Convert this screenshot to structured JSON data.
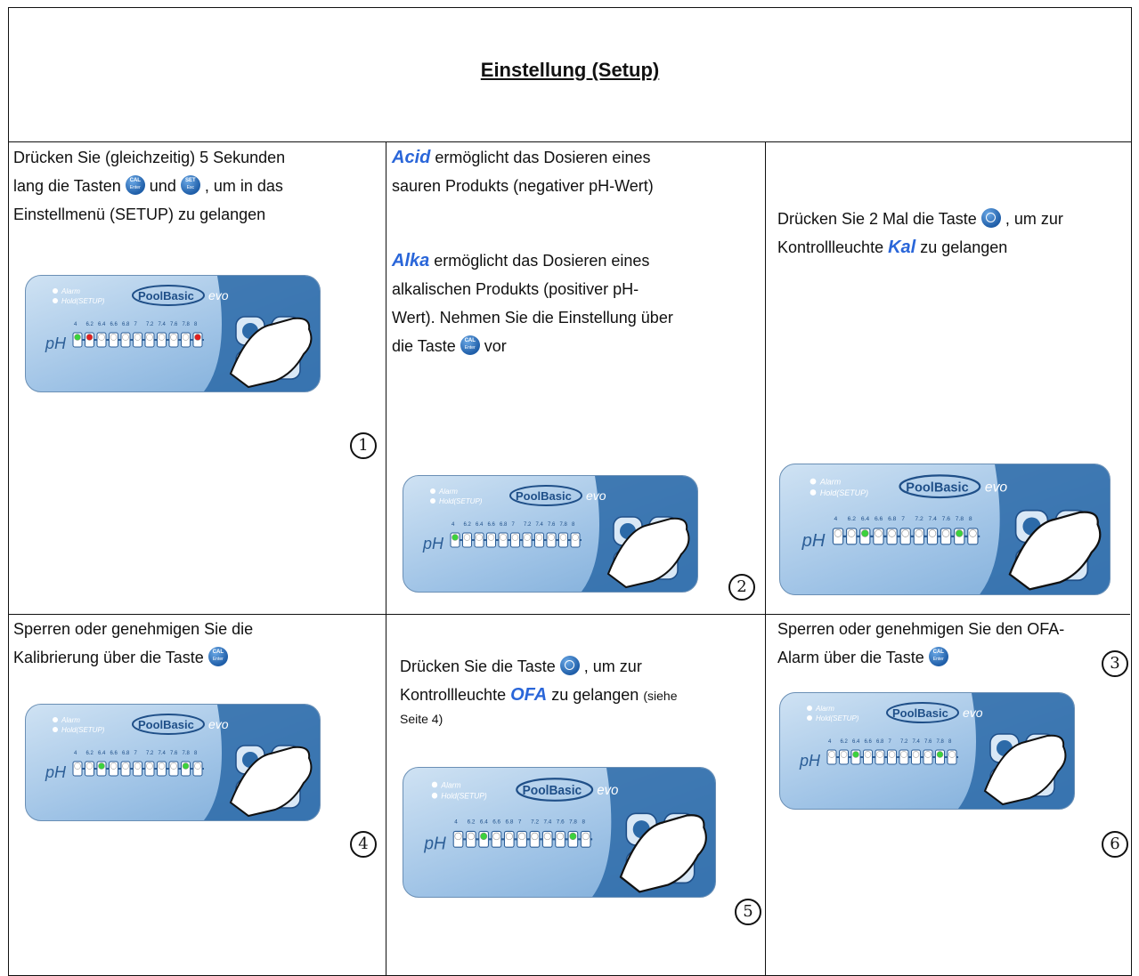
{
  "title": "Einstellung (Setup)",
  "cells": {
    "c1": {
      "line1": "Drücken Sie (gleichzeitig) 5 Sekunden",
      "line2a": "lang die Tasten",
      "line2b": "und",
      "line2c": ", um in das",
      "line3": "Einstellmenü (SETUP) zu gelangen",
      "step": "1"
    },
    "c2": {
      "acid": "Acid",
      "acid_text1": " ermöglicht das Dosieren eines",
      "acid_text2": "sauren Produkts (negativer pH-Wert)",
      "alka": "Alka",
      "alka_text1": " ermöglicht das Dosieren eines",
      "alka_text2": "alkalischen Produkts (positiver pH-",
      "alka_text3": "Wert). Nehmen Sie die Einstellung über",
      "alka_text4a": "die Taste",
      "alka_text4b": "vor",
      "step": "2"
    },
    "c3": {
      "line1a": "Drücken Sie 2 Mal die Taste",
      "line1b": ", um zur",
      "line2a": "Kontrollleuchte",
      "kal": "Kal",
      "line2b": "zu gelangen",
      "step": "3"
    },
    "c4": {
      "line1": "Sperren oder genehmigen Sie die",
      "line2a": "Kalibrierung über die Taste",
      "step": "4"
    },
    "c5": {
      "line1a": "Drücken Sie die Taste",
      "line1b": ", um zur",
      "line2a": "Kontrollleuchte",
      "ofa": "OFA",
      "line2b": "zu gelangen",
      "line2c": "(siehe",
      "line3": "Seite 4)",
      "step": "5"
    },
    "c6": {
      "line1": "Sperren oder genehmigen Sie den OFA-",
      "line2a": "Alarm über die Taste",
      "step": "6"
    }
  },
  "icons": {
    "cal": {
      "top": "CAL",
      "bottom": "Enter"
    },
    "set": {
      "top": "SET",
      "bottom": "Esc"
    }
  },
  "panel": {
    "brand": "PoolBasic",
    "brand2": "evo",
    "alarm": "Alarm",
    "hold": "Hold(SETUP)",
    "ph": "pH",
    "scale": [
      "4",
      "6.2",
      "6.4",
      "6.6",
      "6.8",
      "7",
      "7.2",
      "7.4",
      "7.6",
      "7.8",
      "8"
    ]
  },
  "colors": {
    "keyword": "#2a66d9",
    "panel": "#9fc3e6",
    "led_green": "#3cd23c",
    "led_red": "#e02020"
  }
}
